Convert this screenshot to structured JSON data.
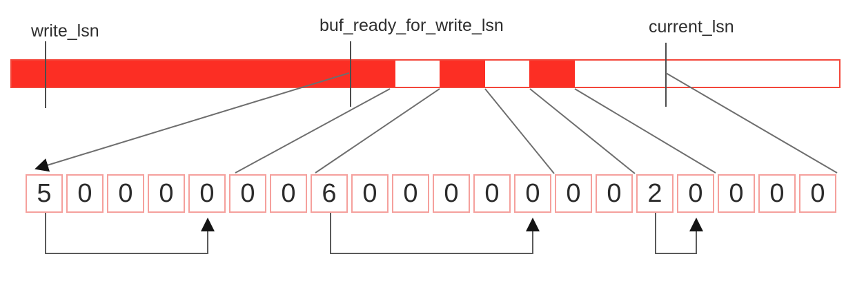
{
  "diagram": {
    "labels": {
      "write_lsn": "write_lsn",
      "buf_ready_for_write_lsn": "buf_ready_for_write_lsn",
      "current_lsn": "current_lsn"
    },
    "cells": {
      "values": [
        "5",
        "0",
        "0",
        "0",
        "0",
        "0",
        "0",
        "6",
        "0",
        "0",
        "0",
        "0",
        "0",
        "0",
        "0",
        "2",
        "0",
        "0",
        "0",
        "0"
      ]
    },
    "link_arrows": [
      {
        "from_index": 0,
        "to_index": 4
      },
      {
        "from_index": 7,
        "to_index": 12
      },
      {
        "from_index": 15,
        "to_index": 16
      }
    ],
    "bar": {
      "segment_states": [
        "filled",
        "empty",
        "filled",
        "empty",
        "filled",
        "empty"
      ]
    },
    "colors": {
      "bar_fill_red": "#fc2e24",
      "bar_border_red": "#f3463a",
      "cell_border_pink": "#f5a09c",
      "connector_gray": "#6e6e6e",
      "tick_gray": "#4d4d4d",
      "arrowhead_black": "#141414",
      "text_dark": "#2e2e2e"
    }
  }
}
